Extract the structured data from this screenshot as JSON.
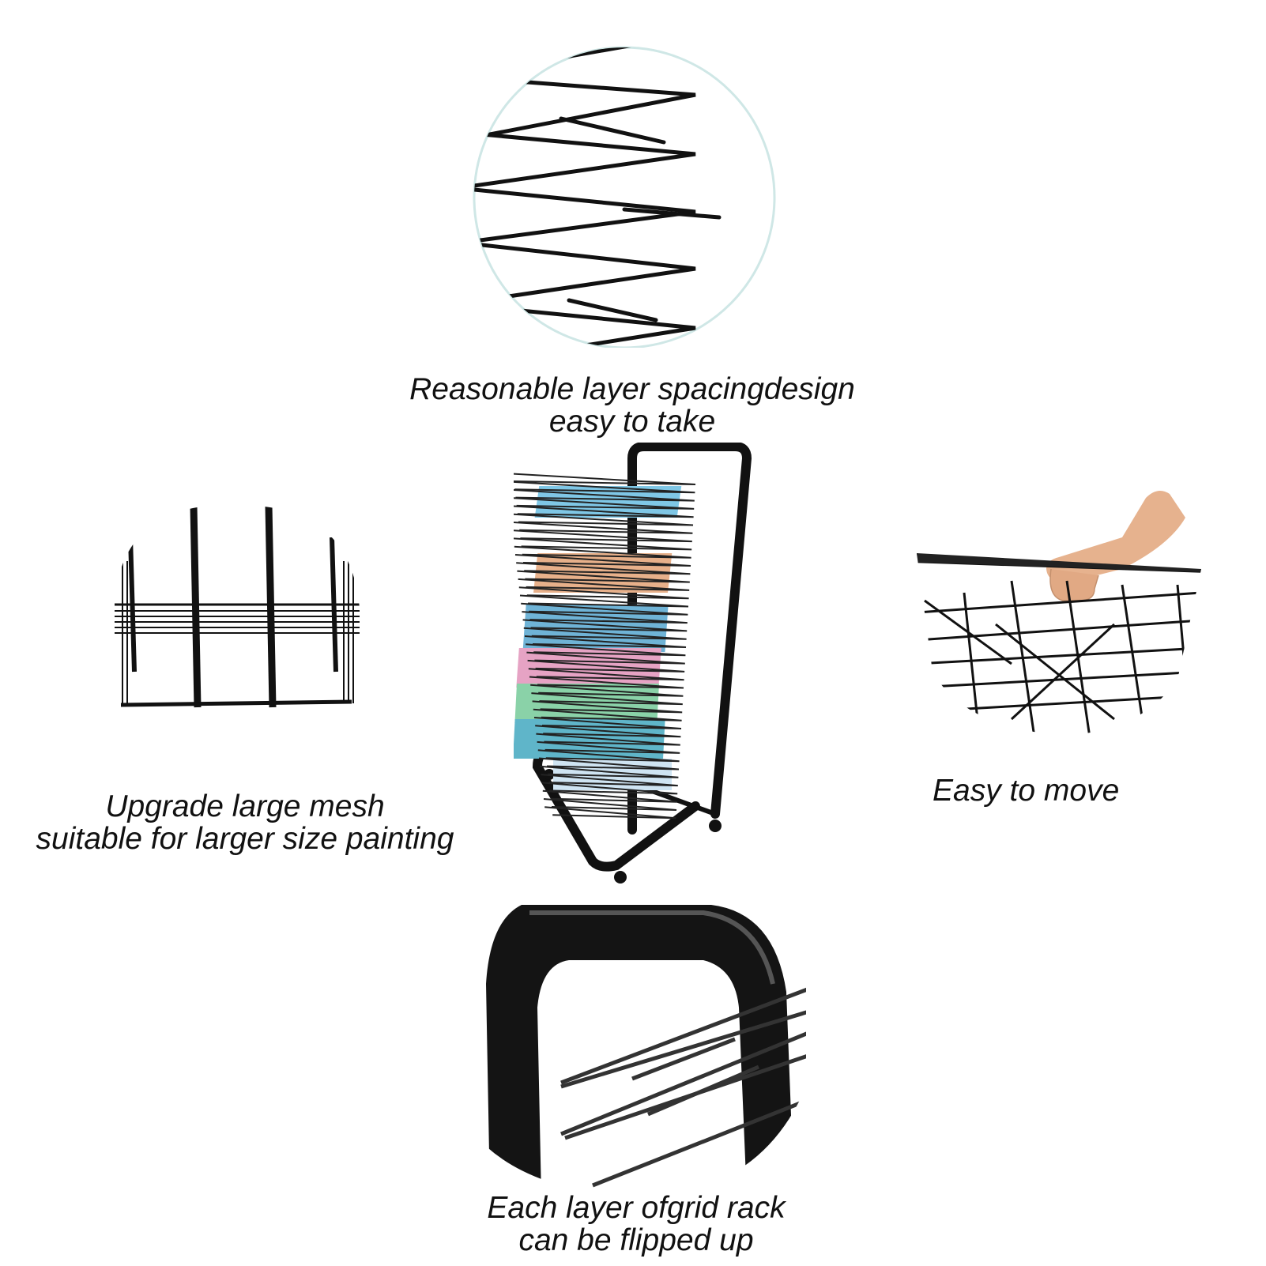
{
  "features": [
    {
      "id": "spacing",
      "lines": [
        "Reasonable layer spacingdesign",
        "easy to take"
      ],
      "icon": "wire-layers-closeup-icon"
    },
    {
      "id": "mesh",
      "lines": [
        "Upgrade large mesh",
        "suitable for larger size painting"
      ],
      "icon": "mesh-grid-closeup-icon"
    },
    {
      "id": "move",
      "lines": [
        "Easy to move"
      ],
      "icon": "hand-carry-handle-icon"
    },
    {
      "id": "flip",
      "lines": [
        "Each layer ofgrid rack",
        "can be flipped up"
      ],
      "icon": "flip-frame-closeup-icon"
    }
  ],
  "product": {
    "icon": "drying-rack-cart-icon"
  },
  "colors": {
    "background": "#ffffff",
    "metal": "#111111",
    "text": "#111111"
  }
}
